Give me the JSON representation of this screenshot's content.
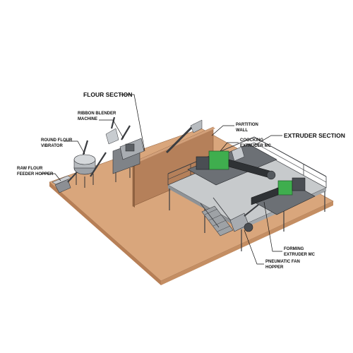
{
  "labels": {
    "flour_section": "FLOUR SECTION",
    "extruder_section": "EXTRUDER SECTION",
    "ribbon_blender_1": "RIBBON BLENDER",
    "ribbon_blender_2": "MACHINE",
    "round_flour_vibrator_1": "ROUND FLOUR",
    "round_flour_vibrator_2": "VIBRATOR",
    "raw_flour_1": "RAW FLOUR",
    "raw_flour_2": "FEEDER HOPPER",
    "partition_wall_1": "PARTITION",
    "partition_wall_2": "WALL",
    "cooking_extruder_1": "COOCKING",
    "cooking_extruder_2": "EXTRUDER MC",
    "forming_extruder_1": "FORMING",
    "forming_extruder_2": "EXTRUDER MC",
    "pneumatic_fan_1": "PNEUMATIC FAN",
    "pneumatic_fan_2": "HOPPER"
  },
  "colors": {
    "floor_top": "#d9a67c",
    "floor_side": "#c08a60",
    "wall": "#b5805a",
    "machine_green": "#3fae4e",
    "steel": "#6f7378",
    "rail": "#4a4d52"
  }
}
